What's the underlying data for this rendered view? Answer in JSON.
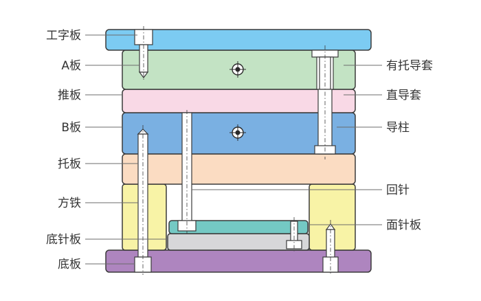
{
  "labels_left": {
    "top_clamp_plate": "工字板",
    "a_plate": "A板",
    "stripper_plate": "推板",
    "b_plate": "B板",
    "support_plate": "托板",
    "spacer_block": "方铁",
    "ejector_plate": "底针板",
    "bottom_clamp_plate": "底板"
  },
  "labels_right": {
    "shouldered_guide_bushing": "有托导套",
    "straight_guide_bushing": "直导套",
    "guide_pillar": "导柱",
    "return_pin": "回针",
    "ejector_retainer_plate": "面针板"
  },
  "colors": {
    "top_clamp_plate": "#7ccbf2",
    "a_plate": "#c3e3c4",
    "stripper_plate": "#f9d9e6",
    "b_plate": "#7ab0e2",
    "support_plate": "#fbdcc2",
    "spacer_block": "#f8f3a6",
    "ejector_retainer_plate": "#74c9c4",
    "ejector_plate": "#d7d7d9",
    "bottom_clamp_plate": "#ae85bf"
  }
}
